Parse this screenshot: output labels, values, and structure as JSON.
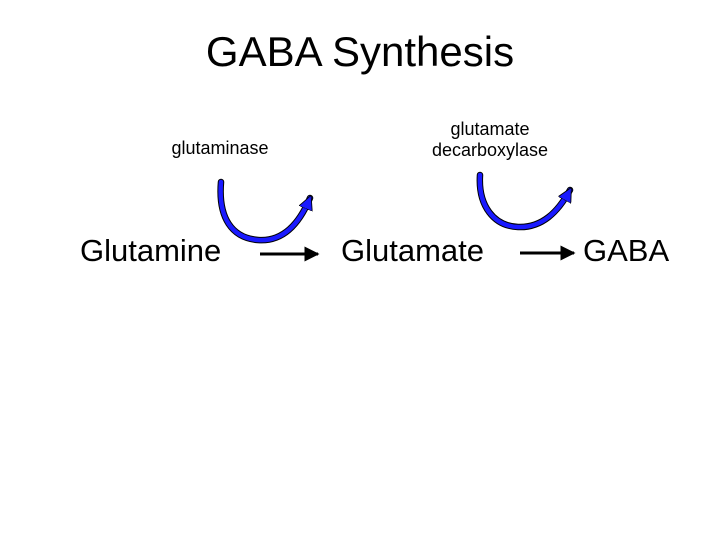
{
  "title": "GABA Synthesis",
  "enzymes": [
    {
      "label": "glutaminase"
    },
    {
      "label": "glutamate\ndecarboxylase"
    }
  ],
  "compounds": [
    {
      "label": "Glutamine"
    },
    {
      "label": "Glutamate"
    },
    {
      "label": "GABA"
    }
  ],
  "colors": {
    "enzyme_arrow": "#1a1aff",
    "reaction_arrow": "#000000"
  }
}
